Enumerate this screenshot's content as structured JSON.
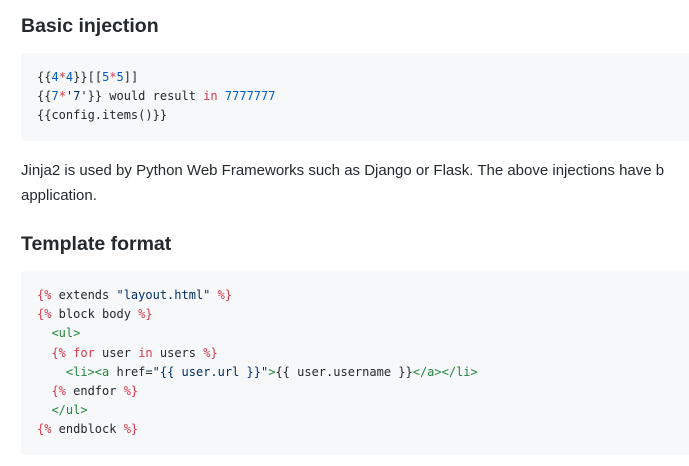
{
  "sections": [
    {
      "heading": "Basic injection",
      "code_lines": [
        [
          {
            "t": "{{",
            "c": "plain"
          },
          {
            "t": "4",
            "c": "blue"
          },
          {
            "t": "*",
            "c": "red"
          },
          {
            "t": "4",
            "c": "blue"
          },
          {
            "t": "}}[[",
            "c": "plain"
          },
          {
            "t": "5",
            "c": "blue"
          },
          {
            "t": "*",
            "c": "red"
          },
          {
            "t": "5",
            "c": "blue"
          },
          {
            "t": "]]",
            "c": "plain"
          }
        ],
        [
          {
            "t": "{{",
            "c": "plain"
          },
          {
            "t": "7",
            "c": "blue"
          },
          {
            "t": "*",
            "c": "red"
          },
          {
            "t": "'7'",
            "c": "navy"
          },
          {
            "t": "}} would result ",
            "c": "plain"
          },
          {
            "t": "in",
            "c": "red"
          },
          {
            "t": " ",
            "c": "plain"
          },
          {
            "t": "7777777",
            "c": "blue"
          }
        ],
        [
          {
            "t": "{{config.items()}}",
            "c": "plain"
          }
        ]
      ]
    },
    {
      "heading": "Template format",
      "code_lines": [
        [
          {
            "t": "{%",
            "c": "red"
          },
          {
            "t": " extends ",
            "c": "plain"
          },
          {
            "t": "\"layout.html\"",
            "c": "navy"
          },
          {
            "t": " ",
            "c": "plain"
          },
          {
            "t": "%}",
            "c": "red"
          }
        ],
        [
          {
            "t": "{%",
            "c": "red"
          },
          {
            "t": " block body ",
            "c": "plain"
          },
          {
            "t": "%}",
            "c": "red"
          }
        ],
        [
          {
            "t": "  ",
            "c": "plain"
          },
          {
            "t": "<ul>",
            "c": "green"
          }
        ],
        [
          {
            "t": "  ",
            "c": "plain"
          },
          {
            "t": "{%",
            "c": "red"
          },
          {
            "t": " ",
            "c": "plain"
          },
          {
            "t": "for",
            "c": "red"
          },
          {
            "t": " user ",
            "c": "plain"
          },
          {
            "t": "in",
            "c": "red"
          },
          {
            "t": " users ",
            "c": "plain"
          },
          {
            "t": "%}",
            "c": "red"
          }
        ],
        [
          {
            "t": "    ",
            "c": "plain"
          },
          {
            "t": "<li><a",
            "c": "green"
          },
          {
            "t": " href=",
            "c": "plain"
          },
          {
            "t": "\"{{ user.url }}\"",
            "c": "navy"
          },
          {
            "t": ">",
            "c": "green"
          },
          {
            "t": "{{ user.username }}",
            "c": "plain"
          },
          {
            "t": "</a></li>",
            "c": "green"
          }
        ],
        [
          {
            "t": "  ",
            "c": "plain"
          },
          {
            "t": "{%",
            "c": "red"
          },
          {
            "t": " endfor ",
            "c": "plain"
          },
          {
            "t": "%}",
            "c": "red"
          }
        ],
        [
          {
            "t": "  ",
            "c": "plain"
          },
          {
            "t": "</ul>",
            "c": "green"
          }
        ],
        [
          {
            "t": "{%",
            "c": "red"
          },
          {
            "t": " endblock ",
            "c": "plain"
          },
          {
            "t": "%}",
            "c": "red"
          }
        ]
      ]
    }
  ],
  "paragraph": {
    "line1": "Jinja2 is used by Python Web Frameworks such as Django or Flask. The above injections have b",
    "line2": "application."
  },
  "colors": {
    "heading": "#24292e",
    "text": "#24292e",
    "code_background": "#f6f8fa",
    "keyword_red": "#d73a49",
    "number_blue": "#005cc5",
    "string_navy": "#032f62",
    "tag_green": "#22863a"
  }
}
